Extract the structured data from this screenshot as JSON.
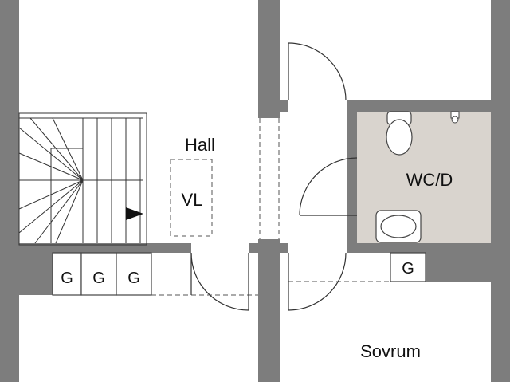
{
  "rooms": {
    "hall": "Hall",
    "vl": "VL",
    "wc": "WC/D",
    "sovrum": "Sovrum"
  },
  "storage_labels": [
    "G",
    "G",
    "G",
    "G"
  ],
  "colors": {
    "wall": "#7d7d7d",
    "wc_floor": "#d9d4ce",
    "background": "#ffffff"
  }
}
